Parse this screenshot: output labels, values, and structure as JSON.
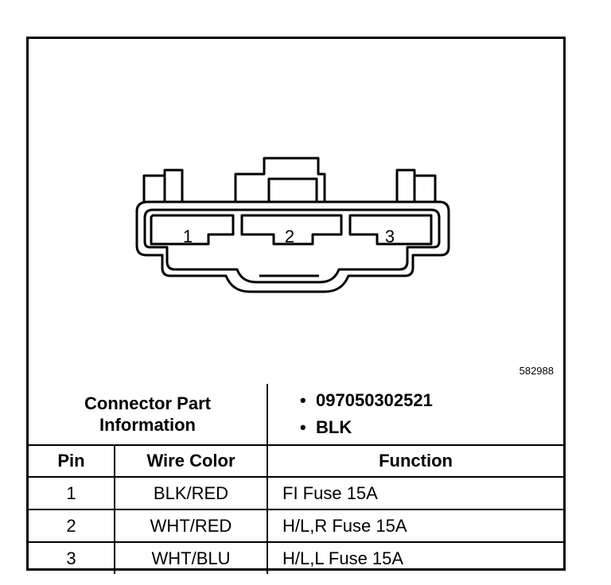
{
  "figure_id": "582988",
  "connector": {
    "cavities": [
      {
        "pin": "1"
      },
      {
        "pin": "2"
      },
      {
        "pin": "3"
      }
    ]
  },
  "connector_info": {
    "label_line1": "Connector Part",
    "label_line2": "Information",
    "part_number": "097050302521",
    "color": "BLK",
    "bullet": "•"
  },
  "table": {
    "headers": {
      "pin": "Pin",
      "wire_color": "Wire Color",
      "function": "Function"
    },
    "rows": [
      {
        "pin": "1",
        "wire_color": "BLK/RED",
        "function": "FI Fuse 15A"
      },
      {
        "pin": "2",
        "wire_color": "WHT/RED",
        "function": "H/L,R Fuse 15A"
      },
      {
        "pin": "3",
        "wire_color": "WHT/BLU",
        "function": "H/L,L Fuse 15A"
      }
    ]
  }
}
